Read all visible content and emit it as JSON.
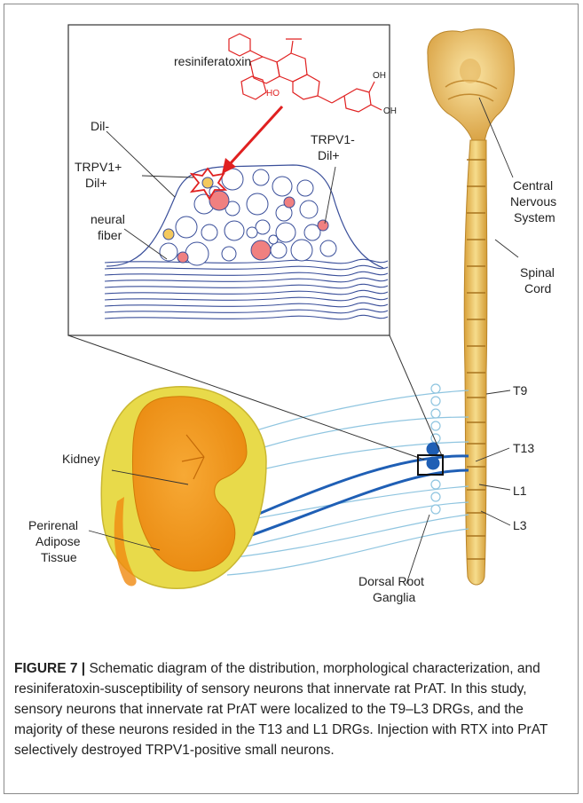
{
  "labels": {
    "resiniferatoxin": "resiniferatoxin",
    "dil_minus": "Dil-",
    "trpv1_minus_dil_plus": [
      "TRPV1-",
      "Dil+"
    ],
    "trpv1_plus_dil_plus": [
      "TRPV1+",
      "Dil+"
    ],
    "neural_fiber": [
      "neural",
      "fiber"
    ],
    "central_nervous_system": [
      "Central",
      "Nervous",
      "System"
    ],
    "spinal_cord": [
      "Spinal",
      "Cord"
    ],
    "kidney": "Kidney",
    "perirenal_adipose_tissue": [
      "Perirenal",
      "Adipose",
      "Tissue"
    ],
    "dorsal_root_ganglia": [
      "Dorsal Root",
      "Ganglia"
    ],
    "t9": "T9",
    "t13": "T13",
    "l1": "L1",
    "l3": "L3",
    "oh1": "OH",
    "oh2": "OH",
    "ho": "HO"
  },
  "colors": {
    "dil_neuron": "#f4c95d",
    "trpv1_neuron": "#f08080",
    "nerve_red": "#e02020",
    "fiber_blue": "#3a4f9a",
    "light_nerve": "#8fc5e0",
    "dark_nerve": "#1f5fb5",
    "kidney_orange": "#f39a1c",
    "fat_yellow": "#e8da4a",
    "spinal_gold": "#efc96a"
  },
  "caption": {
    "figure_label": "FIGURE 7 |",
    "text": " Schematic diagram of the distribution, morphological characterization, and resiniferatoxin-susceptibility of sensory neurons that innervate rat PrAT. In this study, sensory neurons that innervate rat PrAT were localized to the T9–L3 DRGs, and the majority of these neurons resided in the T13 and L1 DRGs. Injection with RTX into PrAT selectively destroyed TRPV1-positive small neurons."
  }
}
